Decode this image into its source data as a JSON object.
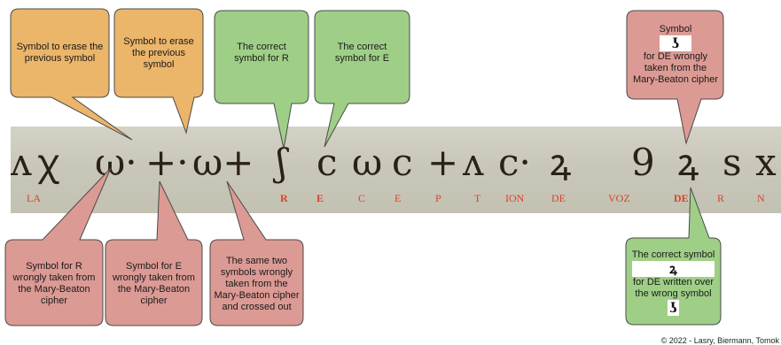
{
  "callouts": {
    "erase_1": "Symbol to erase the previous symbol",
    "erase_2": "Symbol to erase the previous symbol",
    "correct_r": "The correct symbol for R",
    "correct_e": "The correct symbol for E",
    "wrong_de_pre": "Symbol",
    "wrong_de_post": "for DE wrongly taken from the Mary-Beaton cipher",
    "wrong_r": "Symbol for R wrongly taken from the Mary-Beaton cipher",
    "wrong_e": "Symbol for E wrongly taken from the Mary-Beaton cipher",
    "crossed_out": "The same two symbols wrongly taken from the Mary-Beaton cipher and crossed out",
    "correct_de_1": "The correct symbol",
    "correct_de_2": "for DE written over the wrong symbol"
  },
  "cipher_symbols": {
    "de_wrong": "ʖ",
    "de_correct": "ꝝ"
  },
  "manuscript_glyphs": [
    "ʌ",
    "ꭓ",
    "ω·",
    "+·",
    "ω+",
    "ʃ",
    "c",
    "ω",
    "c",
    "+",
    "ʌ",
    "c·",
    "ꝝ",
    "9",
    "ꝝ",
    "s",
    "x"
  ],
  "plaintext": [
    "LA",
    "R",
    "E",
    "C",
    "E",
    "P",
    "T",
    "ION",
    "DE",
    "VOZ",
    "DE",
    "R",
    "N"
  ],
  "copyright": "© 2022 - Lasry, Biermann, Tomok",
  "colors": {
    "orange": "#ebb56a",
    "green": "#9fcf87",
    "red": "#dc9a94",
    "plaintext_red": "#d9432b"
  }
}
